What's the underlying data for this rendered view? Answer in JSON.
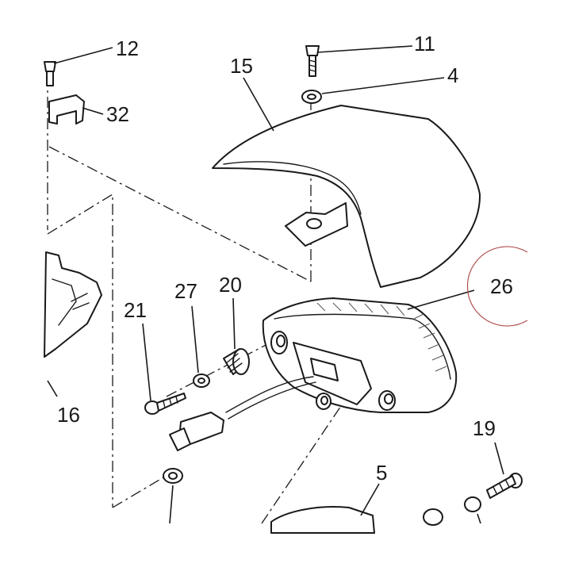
{
  "callouts": {
    "c12": "12",
    "c11": "11",
    "c15": "15",
    "c4": "4",
    "c32": "32",
    "c26": "26",
    "c20": "20",
    "c27": "27",
    "c21": "21",
    "c16": "16",
    "c19": "19",
    "c5": "5"
  },
  "colors": {
    "line": "#1a1a1a",
    "highlight_circle": "#b05050"
  }
}
